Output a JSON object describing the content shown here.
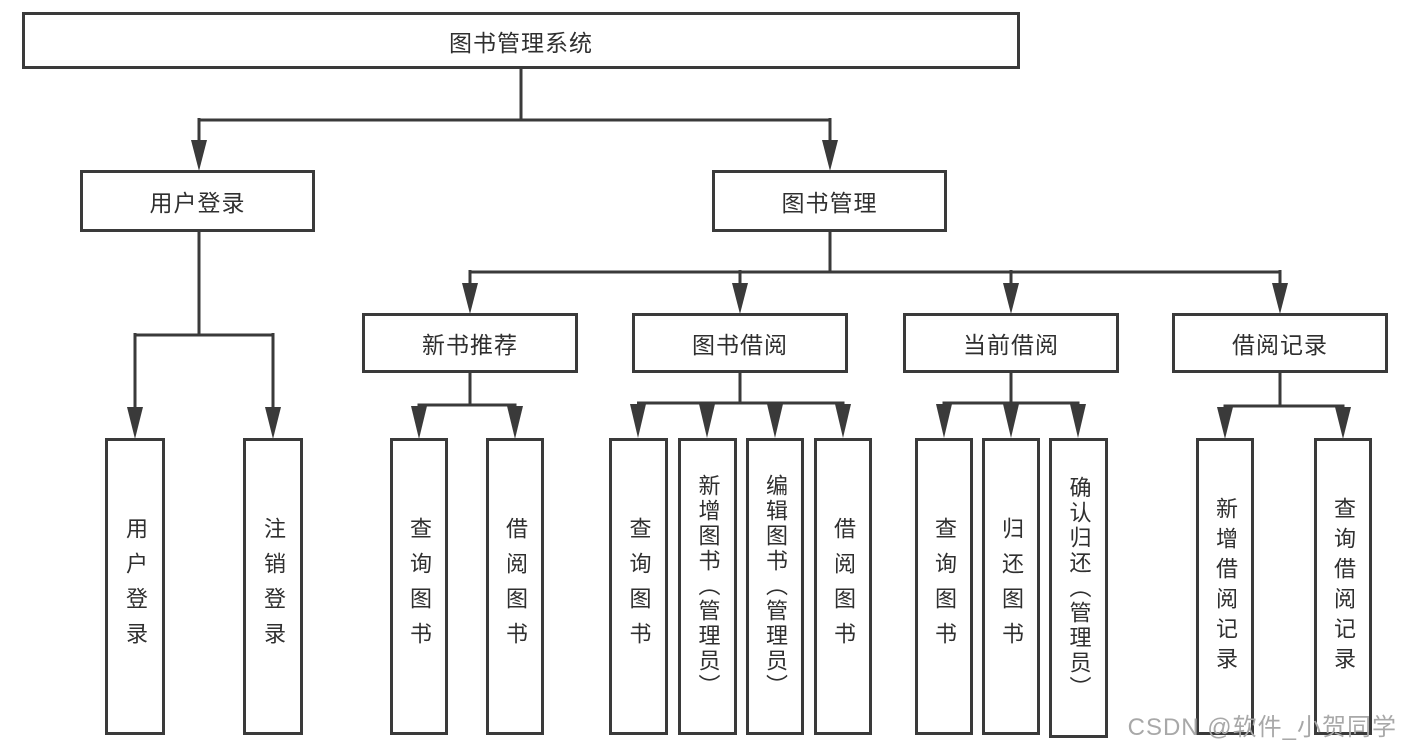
{
  "root": {
    "label": "图书管理系统"
  },
  "level2": [
    {
      "label": "用户登录",
      "leaves": [
        {
          "label": "用户登录"
        },
        {
          "label": "注销登录"
        }
      ]
    },
    {
      "label": "图书管理",
      "groups": [
        {
          "label": "新书推荐",
          "leaves": [
            {
              "label": "查询图书"
            },
            {
              "label": "借阅图书"
            }
          ]
        },
        {
          "label": "图书借阅",
          "leaves": [
            {
              "label": "查询图书"
            },
            {
              "label": "新增图书（管理员）"
            },
            {
              "label": "编辑图书（管理员）"
            },
            {
              "label": "借阅图书"
            }
          ]
        },
        {
          "label": "当前借阅",
          "leaves": [
            {
              "label": "查询图书"
            },
            {
              "label": "归还图书"
            },
            {
              "label": "确认归还（管理员）"
            }
          ]
        },
        {
          "label": "借阅记录",
          "leaves": [
            {
              "label": "新增借阅记录"
            },
            {
              "label": "查询借阅记录"
            }
          ]
        }
      ]
    }
  ],
  "watermark": "CSDN @软件_小贺同学",
  "colors": {
    "line": "#3a3a3a",
    "text": "#2f2f2f",
    "watermark": "#a8a8a8",
    "background": "#ffffff"
  }
}
